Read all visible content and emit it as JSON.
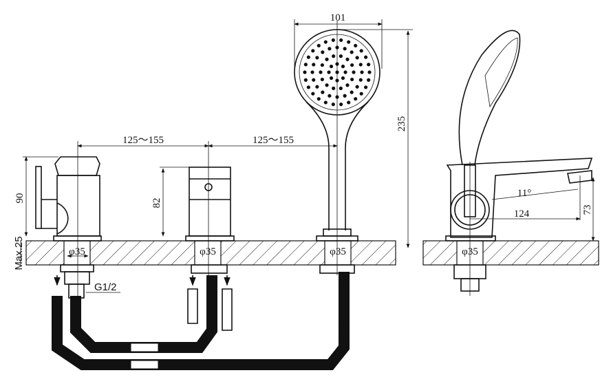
{
  "dimensions": {
    "head_width": "101",
    "total_height": "235",
    "spacing_left": "125～155",
    "spacing_right": "125～155",
    "valve_height": "90",
    "diverter_height": "82",
    "max_thickness": "Max.25",
    "hole_diameter": "φ35",
    "thread": "G1/2",
    "spout_angle": "11°",
    "spout_reach": "124",
    "spout_height": "73"
  },
  "colors": {
    "line": "#111111",
    "background": "#ffffff"
  }
}
